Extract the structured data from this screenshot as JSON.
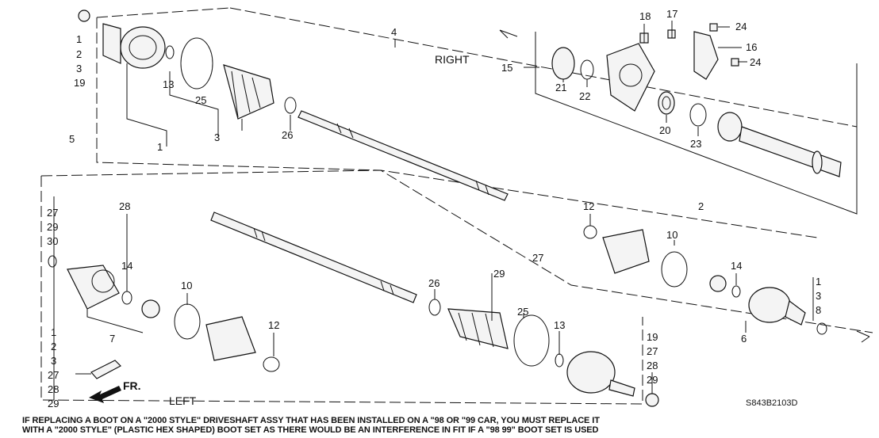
{
  "diagram": {
    "right_label": "RIGHT",
    "left_label": "LEFT",
    "fr_label": "FR.",
    "code": "S843B2103D",
    "note_line1": "IF REPLACING A BOOT ON A \"2000 STYLE\" DRIVESHAFT ASSY  THAT HAS BEEN INSTALLED ON A \"98 OR \"99 CAR, YOU MUST REPLACE IT",
    "note_line2": "WITH A \"2000 STYLE\" (PLASTIC HEX SHAPED) BOOT SET  AS THERE WOULD BE AN INTERFERENCE IN FIT IF A \"98  99\" BOOT SET IS USED",
    "callouts": {
      "c_1_a": "1",
      "c_2_a": "2",
      "c_3_a": "3",
      "c_19_a": "19",
      "c_13_a": "13",
      "c_25_a": "25",
      "c_1_b": "1",
      "c_3_b": "3",
      "c_26_a": "26",
      "c_4": "4",
      "c_5": "5",
      "c_18": "18",
      "c_17": "17",
      "c_24_a": "24",
      "c_16": "16",
      "c_24_b": "24",
      "c_15": "15",
      "c_21": "21",
      "c_22": "22",
      "c_20": "20",
      "c_23": "23",
      "c_12_a": "12",
      "c_2_b": "2",
      "c_10_a": "10",
      "c_14_a": "14",
      "c_1_c": "1",
      "c_3_c": "3",
      "c_8": "8",
      "c_6": "6",
      "c_27_a": "27",
      "c_29_a": "29",
      "c_30": "30",
      "c_28_a": "28",
      "c_14_b": "14",
      "c_10_b": "10",
      "c_7": "7",
      "c_12_b": "12",
      "c_1_d": "1",
      "c_2_d": "2",
      "c_3_d": "3",
      "c_27_b": "27",
      "c_28_b": "28",
      "c_29_b": "29",
      "c_27_c": "27",
      "c_29_c": "29",
      "c_26_b": "26",
      "c_25_b": "25",
      "c_13_b": "13",
      "c_19_b": "19",
      "c_27_d": "27",
      "c_28_c": "28",
      "c_29_d": "29"
    }
  }
}
